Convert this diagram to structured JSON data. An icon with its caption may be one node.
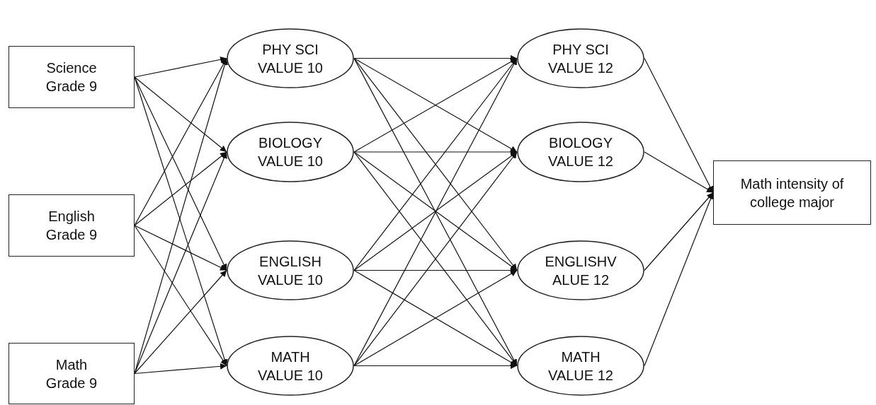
{
  "diagram": {
    "nodes": [
      {
        "text": [
          "Science Grade 9"
        ]
      },
      {
        "text": [
          "English Grade 9"
        ]
      },
      {
        "text": [
          "Math Grade 9"
        ]
      },
      {
        "text": [
          "PHY SCI VALUE 10"
        ]
      },
      {
        "text": [
          "BIOLOGY VALUE 10"
        ]
      },
      {
        "text": [
          "ENGLISH VALUE 10"
        ]
      },
      {
        "text": [
          "MATH VALUE 10"
        ]
      },
      {
        "text": [
          "PHY SCI VALUE 12"
        ]
      },
      {
        "text": [
          "BIOLOGY VALUE 12"
        ]
      },
      {
        "text": [
          "ENGLISHV ALUE 12"
        ]
      },
      {
        "text": [
          "MATH VALUE 12"
        ]
      },
      {
        "text": [
          "Math intensity of college major"
        ]
      }
    ],
    "edges": [
      {
        "from": 0,
        "to": 3,
        "arrow": "to"
      },
      {
        "from": 0,
        "to": 4,
        "arrow": "to"
      },
      {
        "from": 0,
        "to": 5,
        "arrow": "to"
      },
      {
        "from": 0,
        "to": 6,
        "arrow": "to"
      },
      {
        "from": 1,
        "to": 3,
        "arrow": "to"
      },
      {
        "from": 1,
        "to": 4,
        "arrow": "to"
      },
      {
        "from": 1,
        "to": 5,
        "arrow": "to"
      },
      {
        "from": 1,
        "to": 6,
        "arrow": "to"
      },
      {
        "from": 2,
        "to": 3,
        "arrow": "to"
      },
      {
        "from": 2,
        "to": 4,
        "arrow": "to"
      },
      {
        "from": 2,
        "to": 5,
        "arrow": "to"
      },
      {
        "from": 2,
        "to": 6,
        "arrow": "to"
      },
      {
        "from": 3,
        "to": 7,
        "arrow": "to"
      },
      {
        "from": 3,
        "to": 8,
        "arrow": "to"
      },
      {
        "from": 3,
        "to": 9,
        "arrow": "to"
      },
      {
        "from": 3,
        "to": 10,
        "arrow": "to"
      },
      {
        "from": 4,
        "to": 7,
        "arrow": "to"
      },
      {
        "from": 4,
        "to": 8,
        "arrow": "to"
      },
      {
        "from": 4,
        "to": 9,
        "arrow": "to"
      },
      {
        "from": 4,
        "to": 10,
        "arrow": "to"
      },
      {
        "from": 5,
        "to": 7,
        "arrow": "to"
      },
      {
        "from": 5,
        "to": 8,
        "arrow": "to"
      },
      {
        "from": 5,
        "to": 9,
        "arrow": "to"
      },
      {
        "from": 5,
        "to": 10,
        "arrow": "to"
      },
      {
        "from": 6,
        "to": 7,
        "arrow": "to"
      },
      {
        "from": 6,
        "to": 8,
        "arrow": "to"
      },
      {
        "from": 6,
        "to": 9,
        "arrow": "to"
      },
      {
        "from": 6,
        "to": 10,
        "arrow": "to"
      },
      {
        "from": 7,
        "to": 11,
        "arrow": "to"
      },
      {
        "from": 8,
        "to": 11,
        "arrow": "to"
      },
      {
        "from": 9,
        "to": 11,
        "arrow": "to"
      },
      {
        "from": 10,
        "to": 11,
        "arrow": "to"
      }
    ]
  }
}
